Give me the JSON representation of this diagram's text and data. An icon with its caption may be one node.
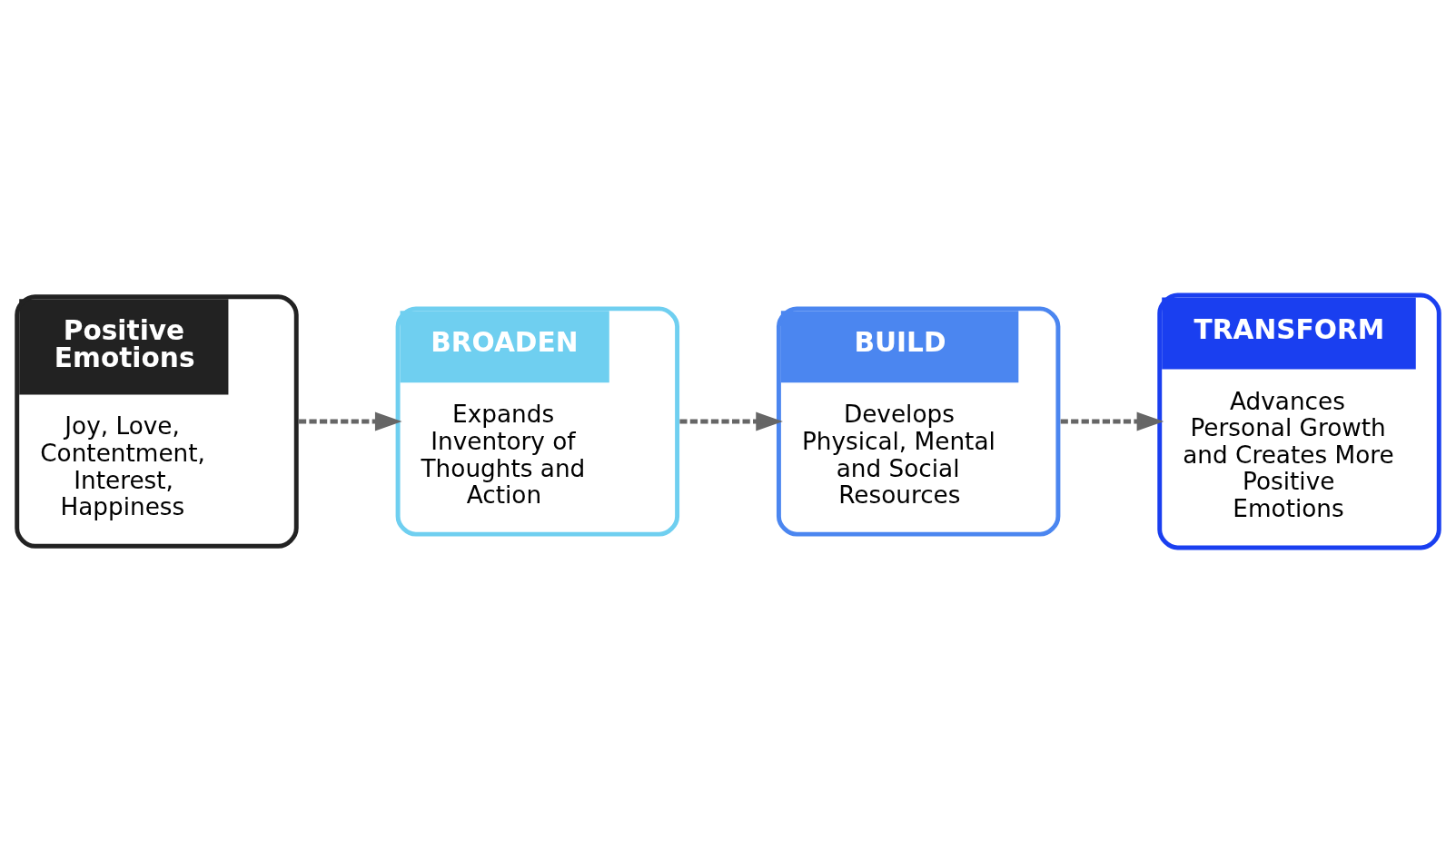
{
  "diagram": {
    "nodes": [
      {
        "text": [
          "Positive Emotions",
          "Joy, Love, Contentment, Interest, Happiness"
        ]
      },
      {
        "text": [
          "BROADEN",
          "Expands Inventory of Thoughts and Action"
        ]
      },
      {
        "text": [
          "BUILD",
          "Develops Physical, Mental and Social Resources"
        ]
      },
      {
        "text": [
          "TRANSFORM",
          "Advances Personal Growth and Creates More Positive Emotions"
        ]
      }
    ],
    "edges": [
      {
        "from": 0,
        "to": 1,
        "arrow": "to",
        "style": "dashed"
      },
      {
        "from": 1,
        "to": 2,
        "arrow": "to",
        "style": "dashed"
      },
      {
        "from": 2,
        "to": 3,
        "arrow": "to",
        "style": "dashed"
      }
    ]
  }
}
